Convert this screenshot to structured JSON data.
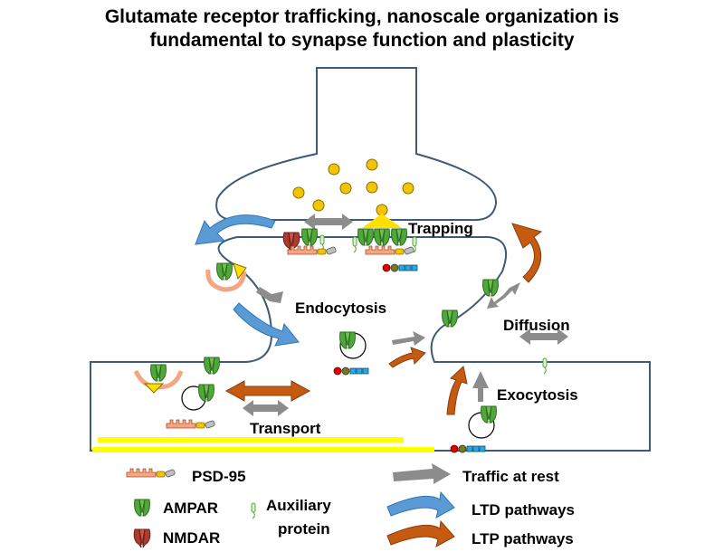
{
  "title": {
    "line1": "Glutamate receptor trafficking, nanoscale organization is",
    "line2": "fundamental to synapse function and plasticity"
  },
  "labels": {
    "trapping": "Trapping",
    "endocytosis": "Endocytosis",
    "diffusion": "Diffusion",
    "exocytosis": "Exocytosis",
    "transport": "Transport"
  },
  "legend": {
    "psd95": "PSD-95",
    "ampar": "AMPAR",
    "nmdar": "NMDAR",
    "auxiliary_line1": "Auxiliary",
    "auxiliary_line2": "protein",
    "traffic_rest": "Traffic at rest",
    "ltd": "LTD pathways",
    "ltp": "LTP pathways"
  },
  "colors": {
    "membrane": "#3d5a78",
    "ampar": "#4fa83a",
    "nmdar": "#b03a2e",
    "glutamate": "#f5c400",
    "gray_arrow": "#8c8c8c",
    "ltd_arrow": "#5b9bd5",
    "ltp_arrow": "#c55a11",
    "actin": "#ffff00",
    "psd95": "#f4a582"
  }
}
